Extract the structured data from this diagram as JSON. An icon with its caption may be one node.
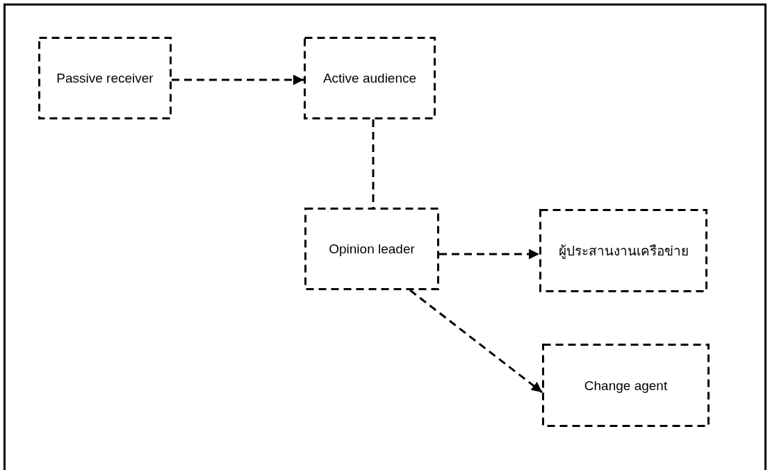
{
  "diagram": {
    "nodes": [
      {
        "text": [
          "Passive receiver"
        ]
      },
      {
        "text": [
          "Active audience"
        ]
      },
      {
        "text": [
          "Opinion leader"
        ]
      },
      {
        "text": [
          "ผู้ประสานงานเครือข่าย"
        ]
      },
      {
        "text": [
          "Change agent"
        ]
      }
    ],
    "edges": [
      {
        "from": 0,
        "to": 1,
        "arrow": "to",
        "style": "dashed"
      },
      {
        "from": 1,
        "to": 2,
        "arrow": "none",
        "style": "dashed"
      },
      {
        "from": 2,
        "to": 3,
        "arrow": "to",
        "style": "dashed"
      },
      {
        "from": 2,
        "to": 4,
        "arrow": "to",
        "style": "dashed"
      }
    ]
  }
}
